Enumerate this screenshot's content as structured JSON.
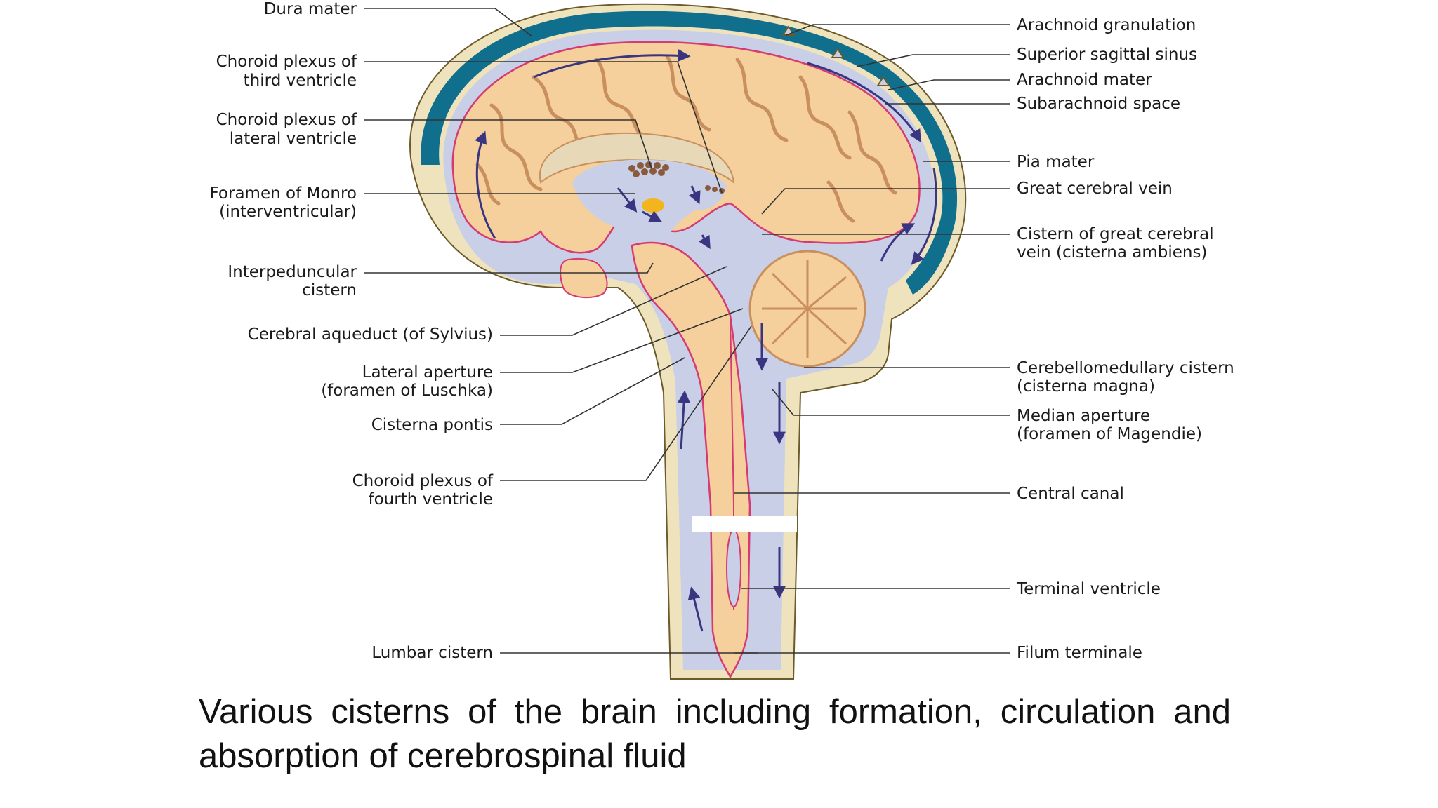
{
  "labels": {
    "dura_mater": "Dura mater",
    "choroid_third_1": "Choroid plexus of",
    "choroid_third_2": "third ventricle",
    "choroid_lateral_1": "Choroid plexus of",
    "choroid_lateral_2": "lateral ventricle",
    "monro_1": "Foramen of Monro",
    "monro_2": "(interventricular)",
    "interpeduncular_1": "Interpeduncular",
    "interpeduncular_2": "cistern",
    "aqueduct": "Cerebral aqueduct (of Sylvius)",
    "lateral_aperture_1": "Lateral aperture",
    "lateral_aperture_2": "(foramen of Luschka)",
    "cisterna_pontis": "Cisterna pontis",
    "choroid_fourth_1": "Choroid plexus of",
    "choroid_fourth_2": "fourth ventricle",
    "lumbar_cistern": "Lumbar cistern",
    "arachnoid_granulation": "Arachnoid granulation",
    "superior_sagittal_sinus": "Superior sagittal sinus",
    "arachnoid_mater": "Arachnoid mater",
    "subarachnoid_space": "Subarachnoid space",
    "pia_mater": "Pia mater",
    "great_cerebral_vein": "Great cerebral vein",
    "cistern_great_vein_1": "Cistern of great cerebral",
    "cistern_great_vein_2": "vein (cisterna ambiens)",
    "cerebellomedullary_1": "Cerebellomedullary cistern",
    "cerebellomedullary_2": "(cisterna magna)",
    "median_aperture_1": "Median aperture",
    "median_aperture_2": "(foramen of Magendie)",
    "central_canal": "Central canal",
    "terminal_ventricle": "Terminal ventricle",
    "filum_terminale": "Filum terminale"
  },
  "caption": "Various cisterns of the brain including formation, circulation and absorption of cerebrospinal fluid",
  "colors": {
    "dura": "#0f6f8c",
    "dura_outline": "#6b5a2a",
    "csf_space": "#c9cfe6",
    "brain_tissue": "#f5cf9c",
    "sulci": "#c9905e",
    "pia": "#d63a72",
    "arrow": "#3a3580"
  }
}
